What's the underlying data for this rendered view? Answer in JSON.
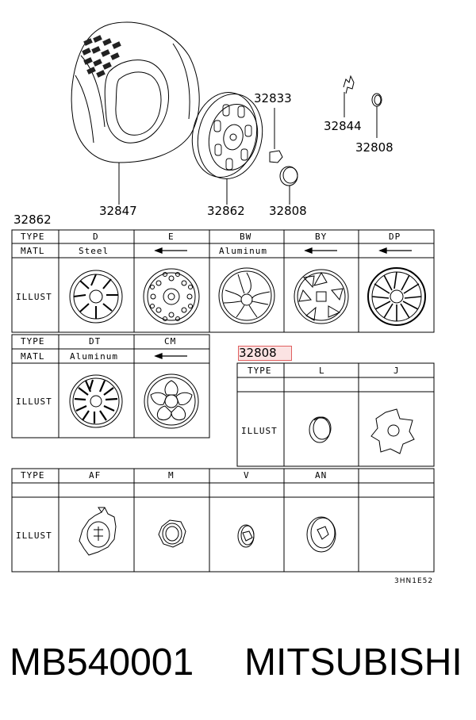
{
  "callouts": {
    "tire": "32847",
    "wheel": "32862",
    "nut": "32833",
    "cap_bottom": "32808",
    "clip": "32844",
    "cap_right": "32808"
  },
  "table_wheel": {
    "title": "32862",
    "row1": {
      "type_label": "TYPE",
      "matl_label": "MATL",
      "illust_label": "ILLUST",
      "types": [
        "D",
        "E",
        "BW",
        "BY",
        "DP"
      ],
      "materials": [
        "Steel",
        "",
        "Aluminum",
        "",
        ""
      ]
    },
    "row2": {
      "type_label": "TYPE",
      "matl_label": "MATL",
      "illust_label": "ILLUST",
      "types": [
        "DT",
        "CM"
      ],
      "materials": [
        "Aluminum",
        ""
      ]
    }
  },
  "table_cap": {
    "title": "32808",
    "type_label": "TYPE",
    "illust_label": "ILLUST",
    "types": [
      "L",
      "J"
    ]
  },
  "table_cap2": {
    "type_label": "TYPE",
    "illust_label": "ILLUST",
    "types": [
      "AF",
      "M",
      "V",
      "AN",
      ""
    ]
  },
  "diagram_code": "3HN1E52",
  "footer": {
    "part_number": "MB540001",
    "brand": "MITSUBISHI"
  },
  "colors": {
    "line": "#000000",
    "highlight_border": "#e06060",
    "highlight_fill": "#fbe3e3"
  }
}
